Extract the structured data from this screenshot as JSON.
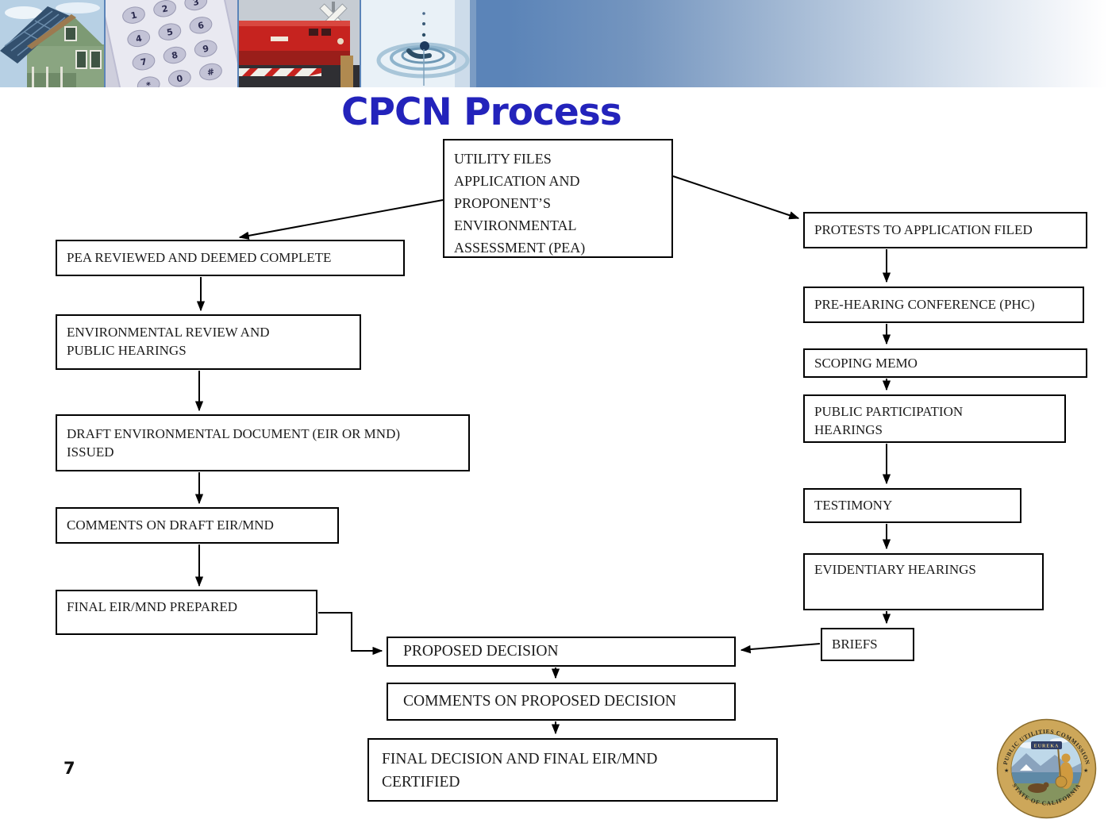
{
  "slide": {
    "title": "CPCN Process",
    "page_number": "7"
  },
  "colors": {
    "title_blue": "#2323bb",
    "banner_blue": "#5b84b8",
    "box_border": "#000000",
    "arrow": "#000000",
    "seal_gold": "#cda75a"
  },
  "banner": {
    "photos": [
      "solar-house",
      "phone-keypad",
      "red-train",
      "water-drop"
    ]
  },
  "flowchart": {
    "boxes": [
      {
        "id": "utility-files",
        "label": "UTILITY FILES\nAPPLICATION AND\nPROPONENT’S\nENVIRONMENTAL\nASSESSMENT (PEA)"
      },
      {
        "id": "pea-reviewed",
        "label": "PEA REVIEWED AND DEEMED COMPLETE"
      },
      {
        "id": "env-review",
        "label": "ENVIRONMENTAL REVIEW AND\nPUBLIC HEARINGS"
      },
      {
        "id": "draft-env",
        "label": "DRAFT ENVIRONMENTAL DOCUMENT (EIR OR MND)\nISSUED"
      },
      {
        "id": "comments-draft",
        "label": "COMMENTS ON DRAFT EIR/MND"
      },
      {
        "id": "final-eir",
        "label": "FINAL EIR/MND PREPARED"
      },
      {
        "id": "protests",
        "label": "PROTESTS TO APPLICATION FILED"
      },
      {
        "id": "phc",
        "label": "PRE-HEARING CONFERENCE (PHC)"
      },
      {
        "id": "scoping",
        "label": "SCOPING MEMO"
      },
      {
        "id": "public-participation",
        "label": "PUBLIC PARTICIPATION\nHEARINGS"
      },
      {
        "id": "testimony",
        "label": "TESTIMONY"
      },
      {
        "id": "evidentiary",
        "label": "EVIDENTIARY HEARINGS"
      },
      {
        "id": "briefs",
        "label": "BRIEFS"
      },
      {
        "id": "proposed",
        "label": "PROPOSED DECISION"
      },
      {
        "id": "comments-proposed",
        "label": "COMMENTS ON PROPOSED DECISION"
      },
      {
        "id": "final-decision",
        "label": "FINAL DECISION AND FINAL EIR/MND\nCERTIFIED"
      }
    ],
    "edges": [
      {
        "from": "utility-files",
        "to": "pea-reviewed"
      },
      {
        "from": "utility-files",
        "to": "protests"
      },
      {
        "from": "pea-reviewed",
        "to": "env-review"
      },
      {
        "from": "env-review",
        "to": "draft-env"
      },
      {
        "from": "draft-env",
        "to": "comments-draft"
      },
      {
        "from": "comments-draft",
        "to": "final-eir"
      },
      {
        "from": "final-eir",
        "to": "proposed"
      },
      {
        "from": "protests",
        "to": "phc"
      },
      {
        "from": "phc",
        "to": "scoping"
      },
      {
        "from": "scoping",
        "to": "public-participation"
      },
      {
        "from": "public-participation",
        "to": "testimony"
      },
      {
        "from": "testimony",
        "to": "evidentiary"
      },
      {
        "from": "evidentiary",
        "to": "briefs"
      },
      {
        "from": "briefs",
        "to": "proposed"
      },
      {
        "from": "proposed",
        "to": "comments-proposed"
      },
      {
        "from": "comments-proposed",
        "to": "final-decision"
      }
    ]
  },
  "seal": {
    "top_arc": "PUBLIC UTILITIES COMMISSION",
    "bottom_arc": "STATE OF CALIFORNIA",
    "banner": "EUREKA"
  }
}
